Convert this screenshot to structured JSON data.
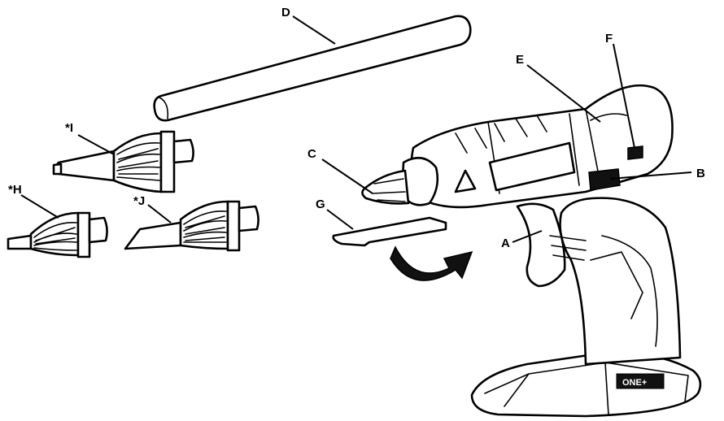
{
  "labels": {
    "A": "A",
    "B": "B",
    "C": "C",
    "D": "D",
    "E": "E",
    "F": "F",
    "G": "G",
    "H": "*H",
    "I": "*I",
    "J": "*J"
  },
  "logo_text": "ONE+"
}
